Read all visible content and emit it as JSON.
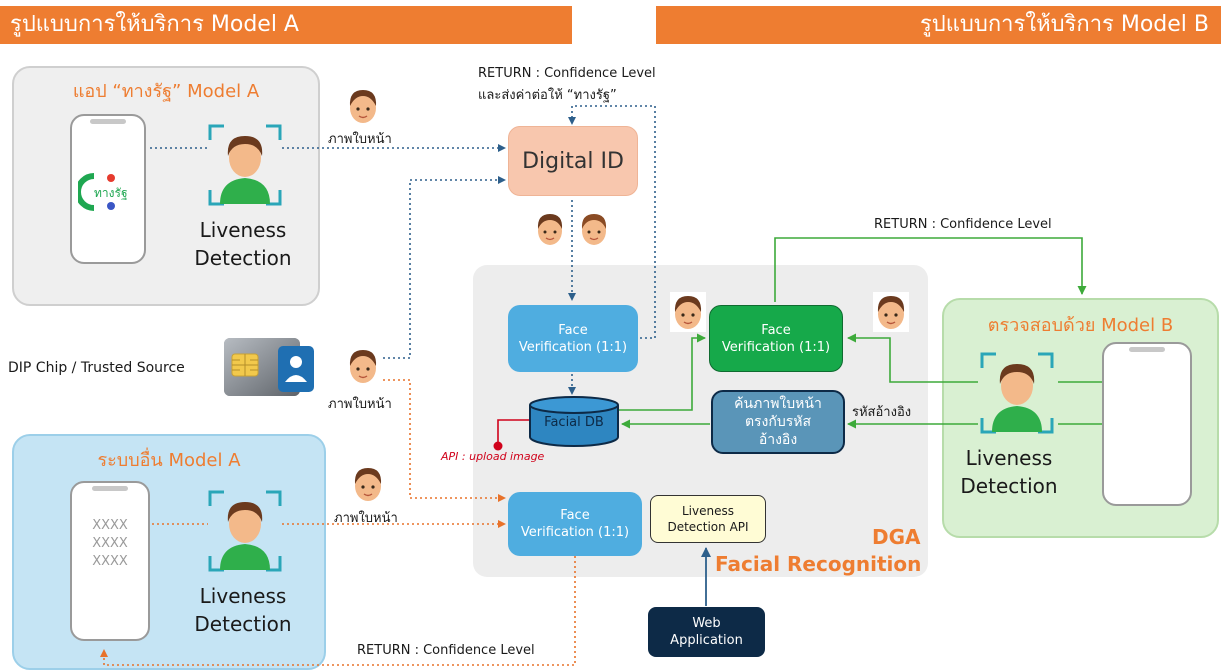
{
  "banners": {
    "left": "รูปแบบการให้บริการ Model A",
    "right": "รูปแบบการให้บริการ Model B"
  },
  "panel_app_a": {
    "title": "แอป “ทางรัฐ” Model A",
    "logo_text": "ทางรัฐ",
    "liveness_line1": "Liveness",
    "liveness_line2": "Detection"
  },
  "panel_other_a": {
    "title": "ระบบอื่น Model A",
    "placeholder_lines": [
      "XXXX",
      "XXXX",
      "XXXX"
    ],
    "liveness_line1": "Liveness",
    "liveness_line2": "Detection"
  },
  "panel_b": {
    "title": "ตรวจสอบด้วย Model B",
    "liveness_line1": "Liveness",
    "liveness_line2": "Detection"
  },
  "center": {
    "return_top_line1": "RETURN : Confidence Level",
    "return_top_line2": "และส่งค่าต่อให้ “ทางรัฐ”",
    "digital_id": "Digital ID",
    "face_verification_line1": "Face",
    "face_verification_line2": "Verification (1:1)",
    "facial_db": "Facial DB",
    "search_line1": "ค้นภาพใบหน้า",
    "search_line2": "ตรงกับรหัส",
    "search_line3": "อ้างอิง",
    "liveness_api_line1": "Liveness",
    "liveness_api_line2": "Detection API",
    "web_app_line1": "Web",
    "web_app_line2": "Application",
    "dga": "DGA",
    "facial_recognition": "Facial Recognition",
    "api_upload": "API : upload image"
  },
  "labels": {
    "face_image_1": "ภาพใบหน้า",
    "face_image_2": "ภาพใบหน้า",
    "face_image_3": "ภาพใบหน้า",
    "dip_chip": "DIP Chip / Trusted Source",
    "reference_code": "รหัสอ้างอิง",
    "return_b": "RETURN : Confidence Level",
    "return_bottom": "RETURN : Confidence Level"
  },
  "colors": {
    "orange": "#EE7D31",
    "blue": "#4FADE0",
    "green": "#16A94A",
    "navy": "#0D2A47",
    "dark_blue_line": "#2D5F8B"
  }
}
